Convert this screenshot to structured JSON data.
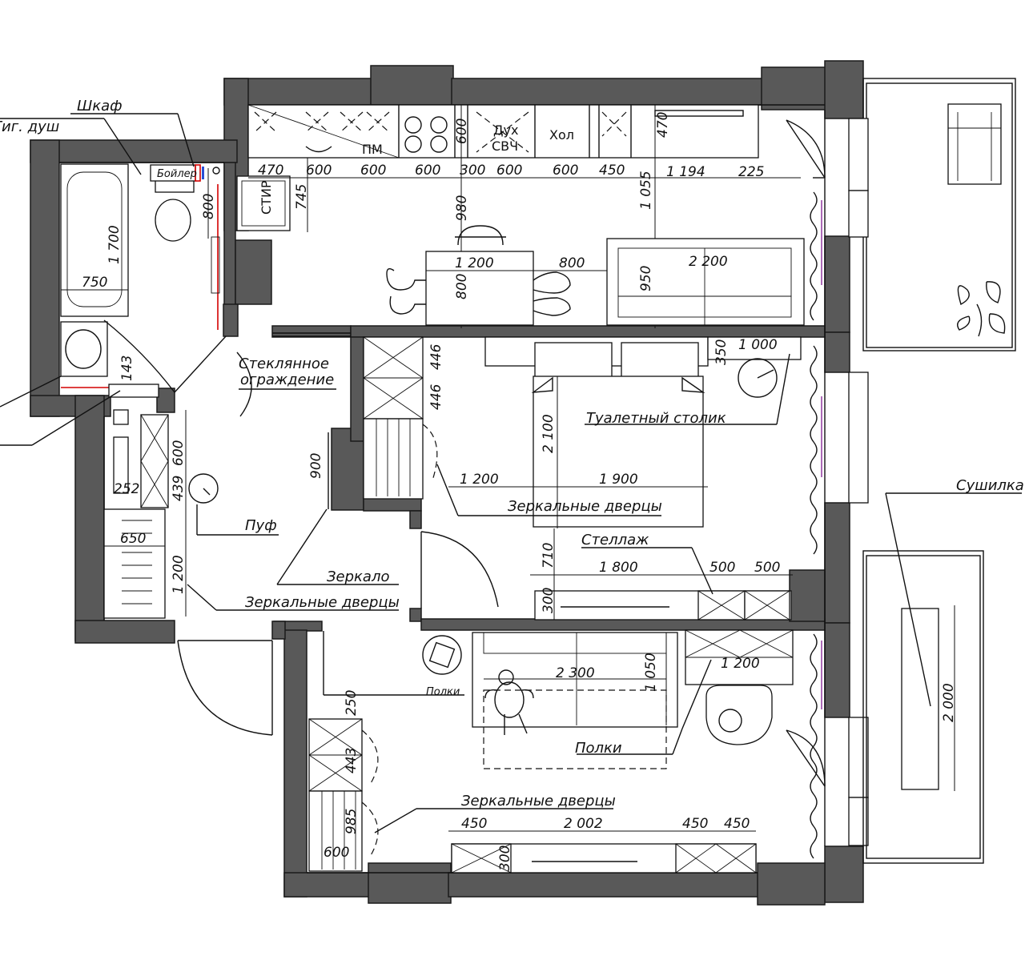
{
  "labels": {
    "shkaf": "Шкаф",
    "gig_dush": "Гиг. душ",
    "pm": "ПМ",
    "duh": "Дух",
    "svch": "СВЧ",
    "hol": "Хол",
    "stir": "СТИР",
    "boiler": "Бойлер",
    "steklo_1": "Стеклянное",
    "steklo_2": "ограждение",
    "tualet_stolik": "Туалетный столик",
    "zerk_dvercy_1": "Зеркальные дверцы",
    "zerk_dvercy_2": "Зеркальные дверцы",
    "zerk_dvercy_3": "Зеркальные дверцы",
    "stellazh": "Стеллаж",
    "puf": "Пуф",
    "zerkalo": "Зеркало",
    "polki_small": "Полки",
    "polki": "Полки",
    "sushilka": "Сушилка"
  },
  "dims": {
    "k470": "470",
    "k600a": "600",
    "k600b": "600",
    "k600c": "600",
    "k300": "300",
    "k600d": "600",
    "k600e": "600",
    "k450": "450",
    "k1194": "1 194",
    "k225": "225",
    "v470": "470",
    "v600": "600",
    "v745": "745",
    "v980": "980",
    "v1055": "1 055",
    "bath1700": "1 700",
    "bath750": "750",
    "wc800": "800",
    "sink143": "143",
    "t1200": "1 200",
    "t800": "800",
    "t800v": "800",
    "sofa2200": "2 200",
    "sofa950": "950",
    "b350": "350",
    "b1000": "1 000",
    "b446a": "446",
    "b446b": "446",
    "b2100": "2 100",
    "b1200": "1 200",
    "b1900": "1 900",
    "b710": "710",
    "b1800": "1 800",
    "b500a": "500",
    "b500b": "500",
    "b300": "300",
    "h600": "600",
    "h439": "439",
    "h252": "252",
    "h650": "650",
    "h1200": "1 200",
    "h900": "900",
    "l2300": "2 300",
    "l1050": "1 050",
    "l1200": "1 200",
    "l250": "250",
    "l443": "443",
    "l985": "985",
    "l600": "600",
    "l450a": "450",
    "l2002": "2 002",
    "l450b": "450",
    "l450c": "450",
    "l300": "300",
    "balc2000": "2 000"
  }
}
